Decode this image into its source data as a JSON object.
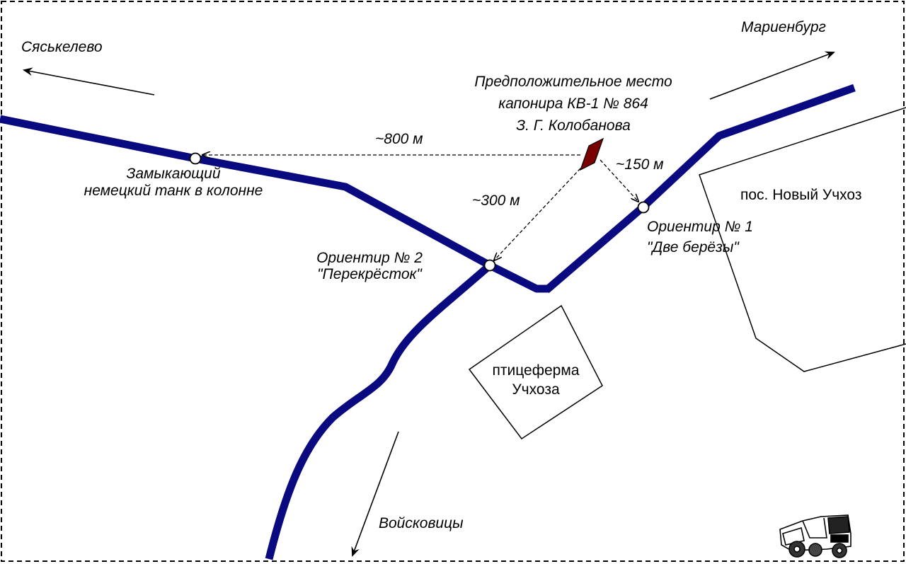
{
  "directions": {
    "syaskelevo": "Сяськелево",
    "marienburg": "Мариенбург",
    "voiskovitsy": "Войсковицы"
  },
  "caponier": {
    "line1": "Предположительное место",
    "line2": "капонира КВ-1 № 864",
    "line3": "З. Г. Колобанова"
  },
  "distances": {
    "to_rear_tank": "~800 м",
    "to_crossroads": "~300 м",
    "to_birches": "~150 м"
  },
  "rear_tank": {
    "line1": "Замыкающий",
    "line2": "немецкий танк в колонне"
  },
  "landmark_1": {
    "line1": "Ориентир № 1",
    "line2": "\"Две берёзы\""
  },
  "landmark_2": {
    "line1": "Ориентир № 2",
    "line2": "\"Перекрёсток\""
  },
  "settlement": "пос. Новый Учхоз",
  "poultry_farm": {
    "line1": "птицеферма",
    "line2": "Учхоза"
  },
  "colors": {
    "road": "#0a0a80",
    "caponier": "#7a0000",
    "outline": "#000000"
  },
  "icons": {
    "vehicle": "truck-icon"
  }
}
